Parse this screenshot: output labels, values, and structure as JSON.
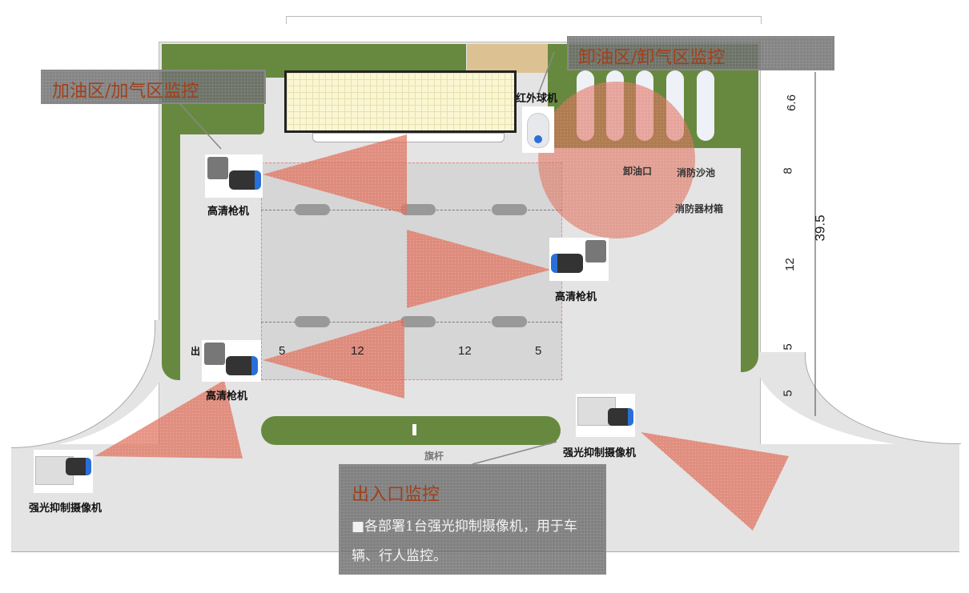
{
  "callouts": {
    "fuel": {
      "title": "加油区/加气区监控"
    },
    "unload": {
      "title": "卸油区/卸气区监控"
    },
    "entrance": {
      "title": "出入口监控",
      "body": "■各部署1台强光抑制摄像机，用于车辆、行人监控。"
    }
  },
  "cameras": {
    "hd1": "高清枪机",
    "hd2": "高清枪机",
    "hd3": "高清枪机",
    "ir_dome": "红外球机",
    "glare1": "强光抑制摄像机",
    "glare2": "强光抑制摄像机"
  },
  "facility_labels": {
    "unload_port": "卸油口",
    "sand_pool": "消防沙池",
    "equipment_box": "消防器材箱",
    "flagpole": "旗杆",
    "exit": "出"
  },
  "dimensions": {
    "right": [
      "6.6",
      "8",
      "12",
      "5",
      "5"
    ],
    "total": "39.5",
    "bottom": [
      "5",
      "12",
      "12",
      "5"
    ]
  },
  "colors": {
    "grass": "#67893f",
    "coverage": "#e0735e",
    "callout_title": "#a0401c"
  }
}
